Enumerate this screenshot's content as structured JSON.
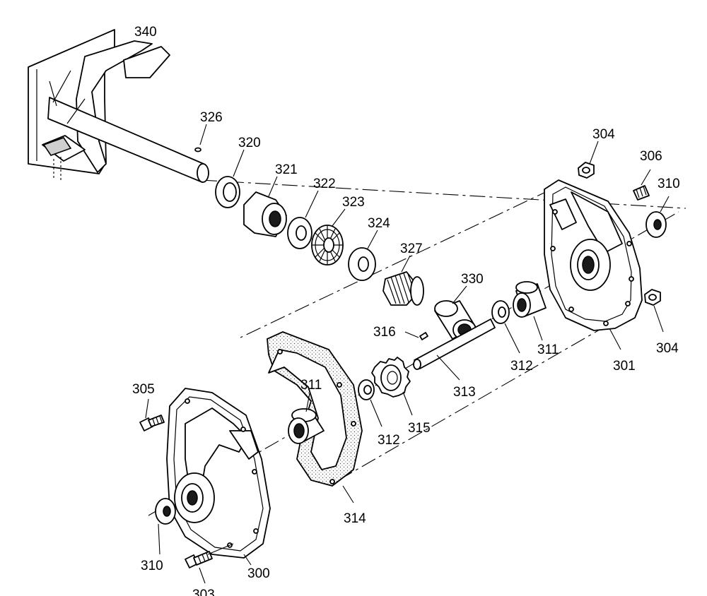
{
  "labels": {
    "p340": "340",
    "p326": "326",
    "p320": "320",
    "p321": "321",
    "p322": "322",
    "p323": "323",
    "p324": "324",
    "p327": "327",
    "p330": "330",
    "p316": "316",
    "p304a": "304",
    "p306": "306",
    "p310a": "310",
    "p311a": "311",
    "p312a": "312",
    "p304b": "304",
    "p301": "301",
    "p313": "313",
    "p311b": "311",
    "p305": "305",
    "p312b": "312",
    "p315": "315",
    "p314": "314",
    "p310b": "310",
    "p300": "300",
    "p303": "303"
  }
}
